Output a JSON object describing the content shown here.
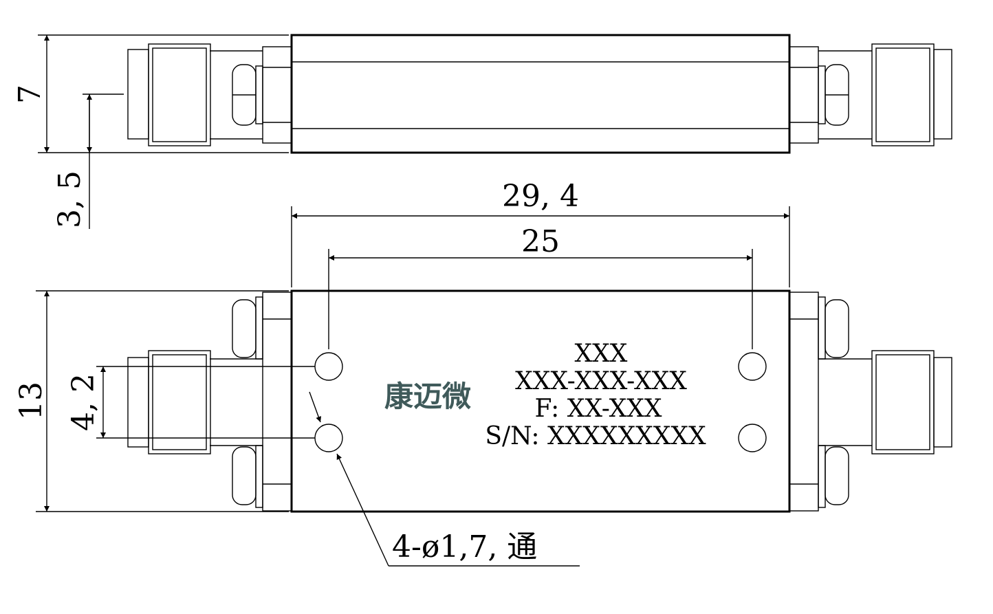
{
  "dimensions": {
    "side_height": "7",
    "side_center": "3, 5",
    "overall_length": "29, 4",
    "hole_spacing": "25",
    "top_height": "13",
    "hole_pitch": "4, 2",
    "hole_callout": "4-ø1,7,  通"
  },
  "label": {
    "logo": "康迈微",
    "line1": "XXX",
    "line2": "XXX-XXX-XXX",
    "line3": "F:  XX-XXX",
    "line4": "S/N:  XXXXXXXXX"
  },
  "colors": {
    "line": "#000000",
    "logo": "#3f5a5a"
  }
}
